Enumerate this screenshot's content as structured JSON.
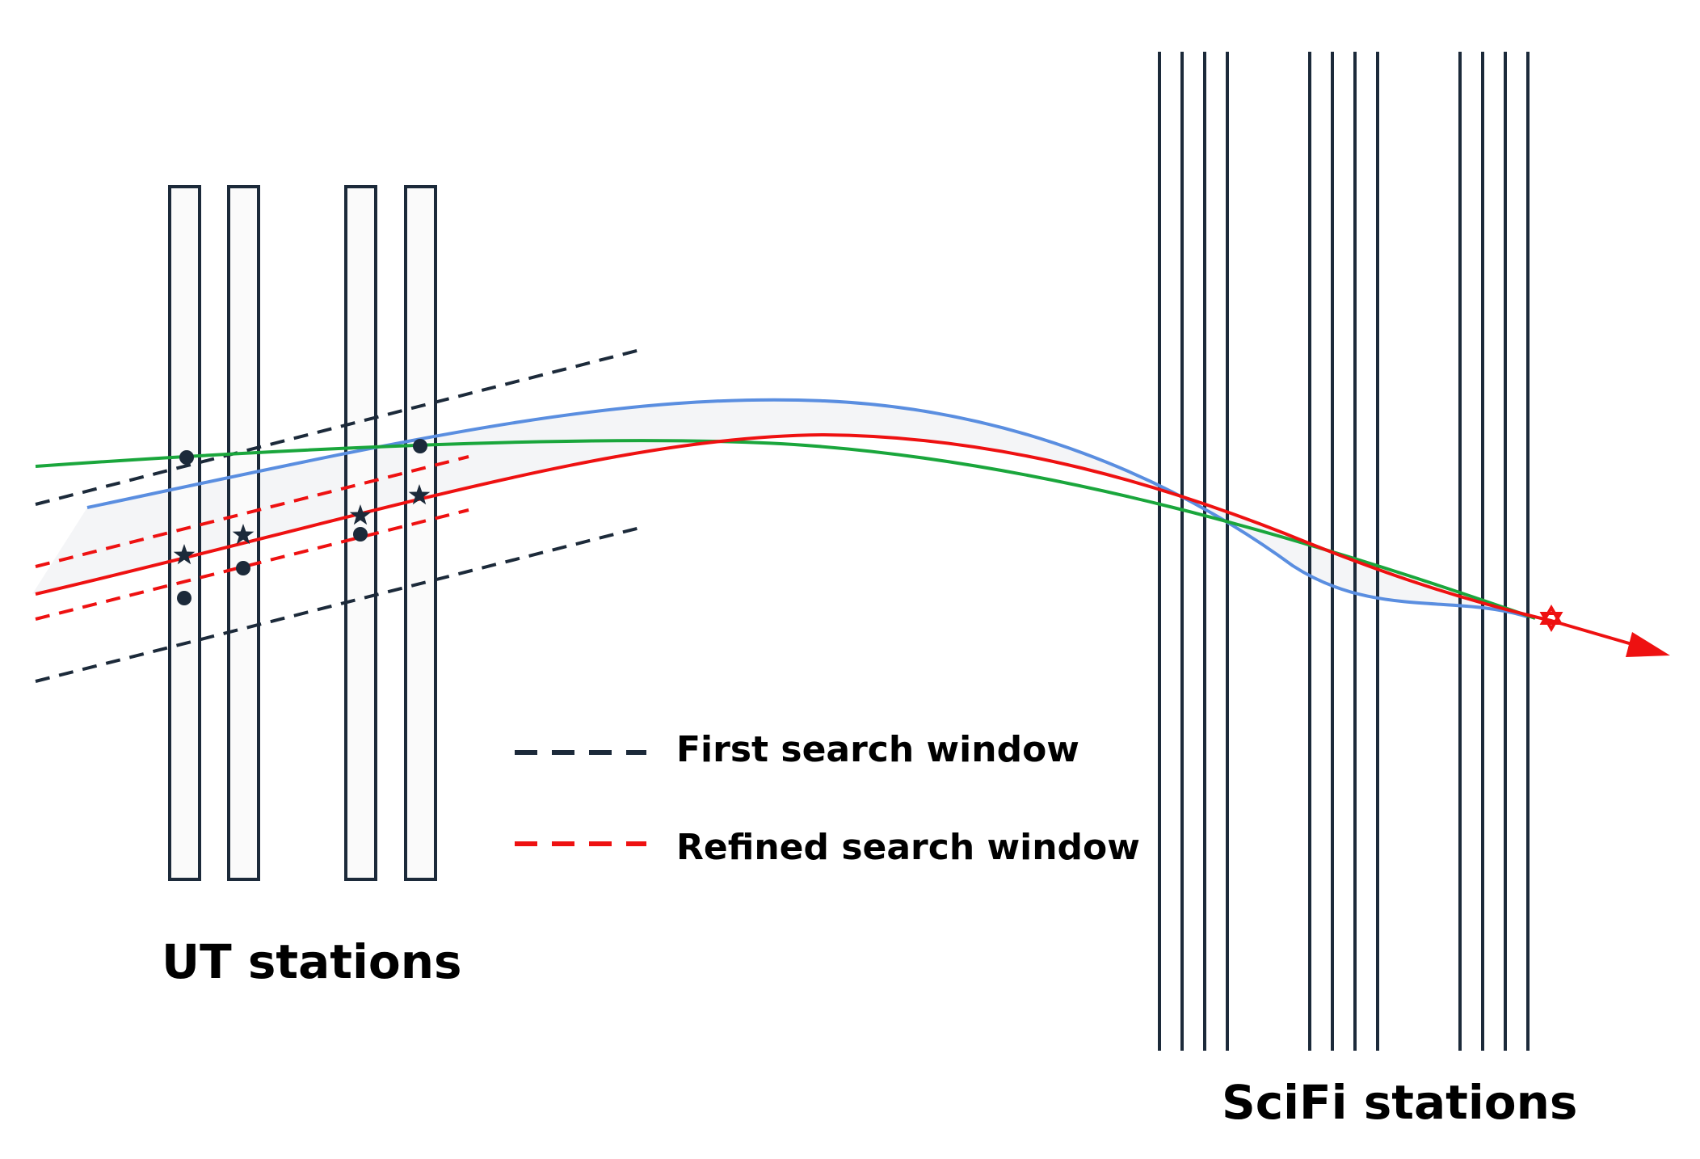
{
  "colors": {
    "detector": "#1c2a3a",
    "station_fill": "#fafafa",
    "red": "#ee1111",
    "blue": "#5a8ee0",
    "green": "#1aa63c",
    "band": "#f4f5f7",
    "text": "#000000"
  },
  "legend": {
    "first_label": "First search window",
    "refined_label": "Refined search window"
  },
  "stations": {
    "ut_label": "UT stations",
    "scifi_label": "SciFi stations"
  },
  "markers": {
    "hit_icon": "dot",
    "candidate_icon": "star",
    "endpoint_icon": "star-of-david"
  }
}
